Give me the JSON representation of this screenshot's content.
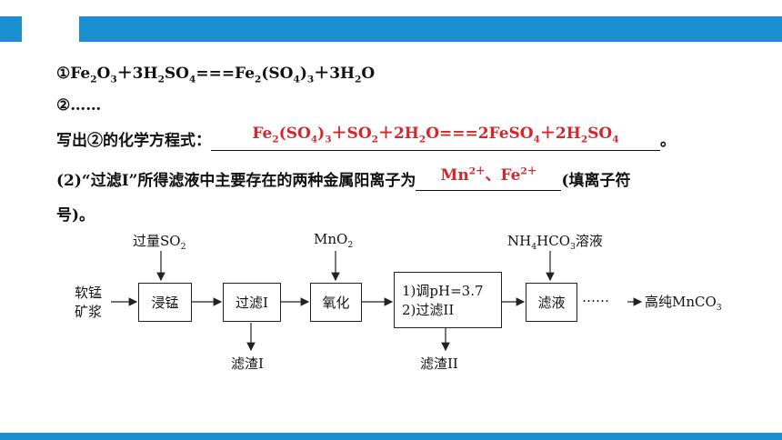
{
  "header": {
    "accent": "#1a8fd0"
  },
  "lines": {
    "eq1_circle": "①",
    "eq1": {
      "a": "Fe",
      "b": "2",
      "c": "O",
      "d": "3",
      "e": "＋3H",
      "f": "2",
      "g": "SO",
      "h": "4",
      "i": "===Fe",
      "j": "2",
      "k": "(SO",
      "l": "4",
      "m": ")",
      "n": "3",
      "o": "＋3H",
      "p": "2",
      "q": "O"
    },
    "eq2": "②……",
    "q1_prefix": "写出②的化学方程式：",
    "answer1": {
      "a": "Fe",
      "b": "2",
      "c": "(SO",
      "d": "4",
      "e": ")",
      "f": "3",
      "g": "＋SO",
      "h": "2",
      "i": "＋2H",
      "j": "2",
      "k": "O===2FeSO",
      "l": "4",
      "m": "＋2H",
      "n": "2",
      "o": "SO",
      "p": "4"
    },
    "q1_suffix": "。",
    "q2_prefix": "(2)“过滤Ⅰ”所得滤液中主要存在的两种金属阳离子为",
    "answer2": {
      "a": "Mn",
      "b": "2＋",
      "c": "、Fe",
      "d": "2＋"
    },
    "q2_suffix": "(填离子符",
    "q2_line2": "号)。"
  },
  "flow": {
    "raw": [
      "软锰",
      "矿浆"
    ],
    "in1": {
      "a": "过量SO",
      "b": "2"
    },
    "in2": {
      "a": "MnO",
      "b": "2"
    },
    "in3": {
      "a": "NH",
      "b": "4",
      "c": "HCO",
      "d": "3",
      "e": "溶液"
    },
    "box1": "浸锰",
    "box2": "过滤I",
    "box3": "氧化",
    "box4_l1": "1)调pH=3.7",
    "box4_l2": "2)过滤II",
    "box5": "滤液",
    "out1": "滤渣I",
    "out2": "滤渣II",
    "dots": "……",
    "product": {
      "a": "高纯MnCO",
      "b": "3"
    }
  }
}
